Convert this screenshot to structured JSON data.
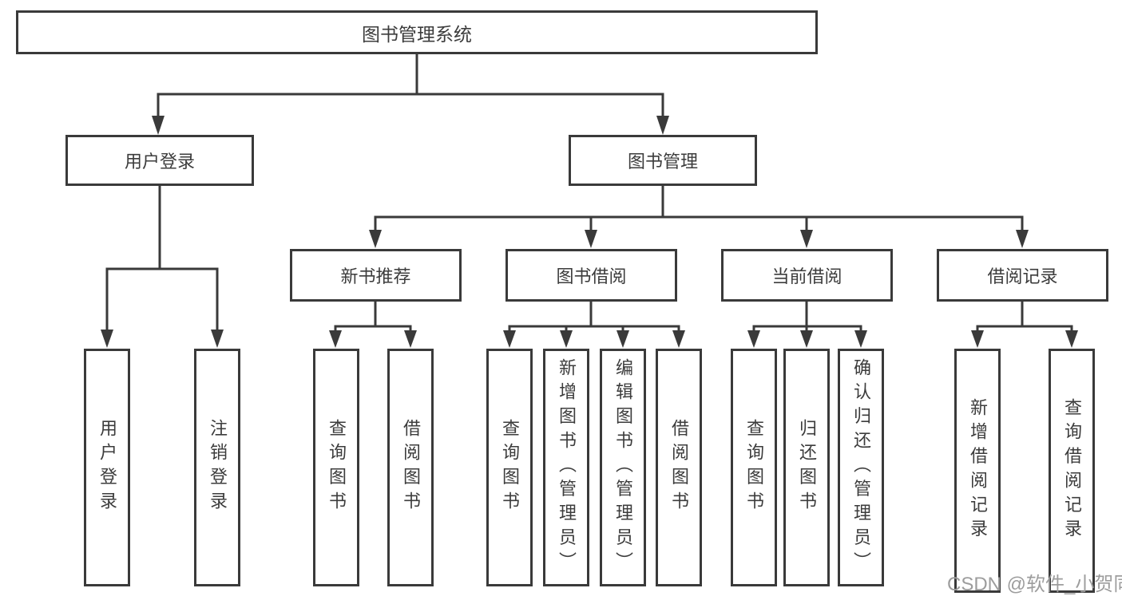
{
  "colors": {
    "line": "#3a3a3a",
    "text": "#3c3c3c",
    "watermark": "#9d9d9d",
    "background": "#ffffff"
  },
  "nodes": {
    "root": {
      "label": "图书管理系统"
    },
    "user_login": {
      "label": "用户登录"
    },
    "book_management": {
      "label": "图书管理"
    },
    "new_book_recommendation": {
      "label": "新书推荐"
    },
    "book_borrowing": {
      "label": "图书借阅"
    },
    "current_borrowing": {
      "label": "当前借阅"
    },
    "borrowing_records": {
      "label": "借阅记录"
    },
    "leaf_user_login": {
      "label": "用户登录"
    },
    "leaf_logout": {
      "label": "注销登录"
    },
    "leaf_recommend_query_books": {
      "label": "查询图书"
    },
    "leaf_recommend_borrow_books": {
      "label": "借阅图书"
    },
    "leaf_borrowing_query_books": {
      "label": "查询图书"
    },
    "leaf_borrowing_add_books": {
      "label": "新增图书（管理员）"
    },
    "leaf_borrowing_edit_books": {
      "label": "编辑图书（管理员）"
    },
    "leaf_borrowing_borrow_books": {
      "label": "借阅图书"
    },
    "leaf_current_query_books": {
      "label": "查询图书"
    },
    "leaf_current_return_books": {
      "label": "归还图书"
    },
    "leaf_current_confirm_return": {
      "label": "确认归还（管理员）"
    },
    "leaf_records_add_record": {
      "label": "新增借阅记录"
    },
    "leaf_records_query_record": {
      "label": "查询借阅记录"
    }
  },
  "edges": [
    [
      "root",
      "user_login"
    ],
    [
      "root",
      "book_management"
    ],
    [
      "user_login",
      "leaf_user_login"
    ],
    [
      "user_login",
      "leaf_logout"
    ],
    [
      "book_management",
      "new_book_recommendation"
    ],
    [
      "book_management",
      "book_borrowing"
    ],
    [
      "book_management",
      "current_borrowing"
    ],
    [
      "book_management",
      "borrowing_records"
    ],
    [
      "new_book_recommendation",
      "leaf_recommend_query_books"
    ],
    [
      "new_book_recommendation",
      "leaf_recommend_borrow_books"
    ],
    [
      "book_borrowing",
      "leaf_borrowing_query_books"
    ],
    [
      "book_borrowing",
      "leaf_borrowing_add_books"
    ],
    [
      "book_borrowing",
      "leaf_borrowing_edit_books"
    ],
    [
      "book_borrowing",
      "leaf_borrowing_borrow_books"
    ],
    [
      "current_borrowing",
      "leaf_current_query_books"
    ],
    [
      "current_borrowing",
      "leaf_current_return_books"
    ],
    [
      "current_borrowing",
      "leaf_current_confirm_return"
    ],
    [
      "borrowing_records",
      "leaf_records_add_record"
    ],
    [
      "borrowing_records",
      "leaf_records_query_record"
    ]
  ],
  "watermark": {
    "text": "CSDN @软件_小贺同学"
  }
}
